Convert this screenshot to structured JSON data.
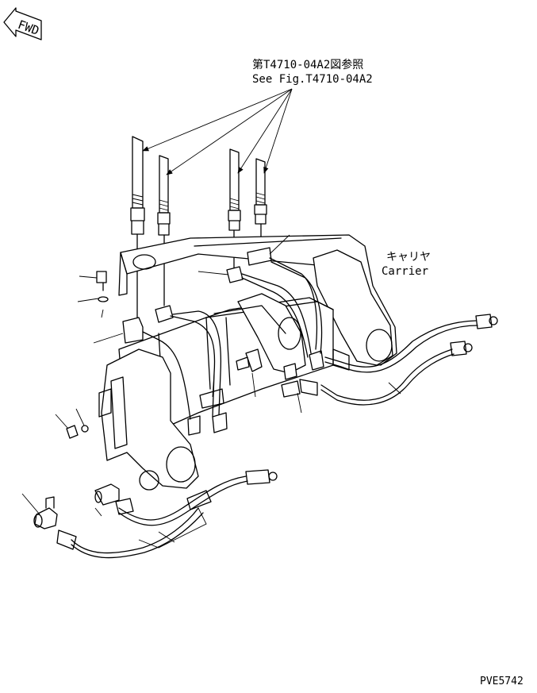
{
  "fwd_label": "FWD",
  "reference": {
    "jp": "第T4710-04A2図参照",
    "en": "See Fig.T4710-04A2"
  },
  "carrier": {
    "jp": "キャリヤ",
    "en": "Carrier"
  },
  "drawing_code": "PVE5742"
}
